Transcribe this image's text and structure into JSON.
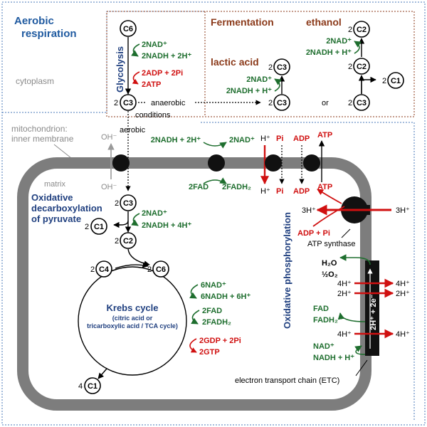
{
  "title": {
    "line1": "Aerobic",
    "line2": "respiration"
  },
  "regions": {
    "cytoplasm": "cytoplasm",
    "mito_line1": "mitochondrion:",
    "mito_line2": "inner membrane",
    "matrix": "matrix"
  },
  "glycolysis": {
    "label": "Glycolysis",
    "c6": "C6",
    "nad": "2NAD⁺",
    "nadh": "2NADH + 2H⁺",
    "adp": "2ADP + 2Pi",
    "atp": "2ATP",
    "c3_coef": "2",
    "c3": "C3",
    "anaerobic": "anaerobic",
    "conditions": "conditions",
    "aerobic": "aerobic"
  },
  "fermentation": {
    "title": "Fermentation",
    "ethanol": "ethanol",
    "lactic": "lactic acid",
    "lac_nad": "2NAD⁺",
    "lac_nadh": "2NADH + H⁺",
    "eth_nad": "2NAD⁺",
    "eth_nadh": "2NADH + H⁺",
    "or": "or",
    "coef": "2",
    "c2": "C2",
    "c3": "C3",
    "c1": "C1"
  },
  "membrane": {
    "oh_top": "OH⁻",
    "oh_bottom": "OH⁻",
    "nadh_left": "2NADH + 2H⁺",
    "nad_right": "2NAD⁺",
    "fad": "2FAD",
    "fadh2": "2FADH₂",
    "h_top": "H⁺",
    "pi_top": "Pi",
    "adp_top": "ADP",
    "atp_top": "ATP",
    "h_bottom": "H⁺",
    "pi_bottom": "Pi",
    "adp_bottom": "ADP",
    "atp_bottom": "ATP"
  },
  "oxidative_decarboxylation": {
    "line1": "Oxidative",
    "line2": "decarboxylation",
    "line3": "of pyruvate",
    "c3_coef": "2",
    "c3": "C3",
    "c1_coef": "2",
    "c1": "C1",
    "c2_coef": "2",
    "c2": "C2",
    "nad": "2NAD⁺",
    "nadh": "2NADH + 4H⁺"
  },
  "krebs": {
    "title": "Krebs cycle",
    "sub1": "(citric acid or",
    "sub2": "tricarboxylic acid / TCA cycle)",
    "c4_coef": "2",
    "c4": "C4",
    "c6_coef": "2",
    "c6": "C6",
    "c1_coef": "4",
    "c1": "C1",
    "nad": "6NAD⁺",
    "nadh": "6NADH + 6H⁺",
    "fad": "2FAD",
    "fadh2": "2FADH₂",
    "gdp": "2GDP + 2Pi",
    "gtp": "2GTP"
  },
  "oxphos": {
    "label": "Oxidative phosphorylation",
    "h3_left": "3H⁺",
    "h3_right": "3H⁺",
    "adp_pi": "ADP + Pi",
    "atp": "ATP",
    "synthase": "ATP synthase",
    "h2o": "H₂O",
    "o2": "½O₂",
    "h4_a_left": "4H⁺",
    "h4_a_right": "4H⁺",
    "h2_left": "2H⁺",
    "h2_right": "2H⁺",
    "fad": "FAD",
    "fadh2": "FADH₂",
    "h4_b_left": "4H⁺",
    "h4_b_right": "4H⁺",
    "nad": "NAD⁺",
    "nadh": "NADH + H⁺",
    "etc_carrier": "2H⁺ + 2e⁻",
    "etc_label": "electron transport chain (ETC)"
  },
  "colors": {
    "blue": "#1f3f7f",
    "green": "#1e6e2e",
    "red": "#d01010",
    "gray": "#8a8a8a",
    "membrane": "#7d7d7d",
    "brown": "#8b3a1a"
  }
}
